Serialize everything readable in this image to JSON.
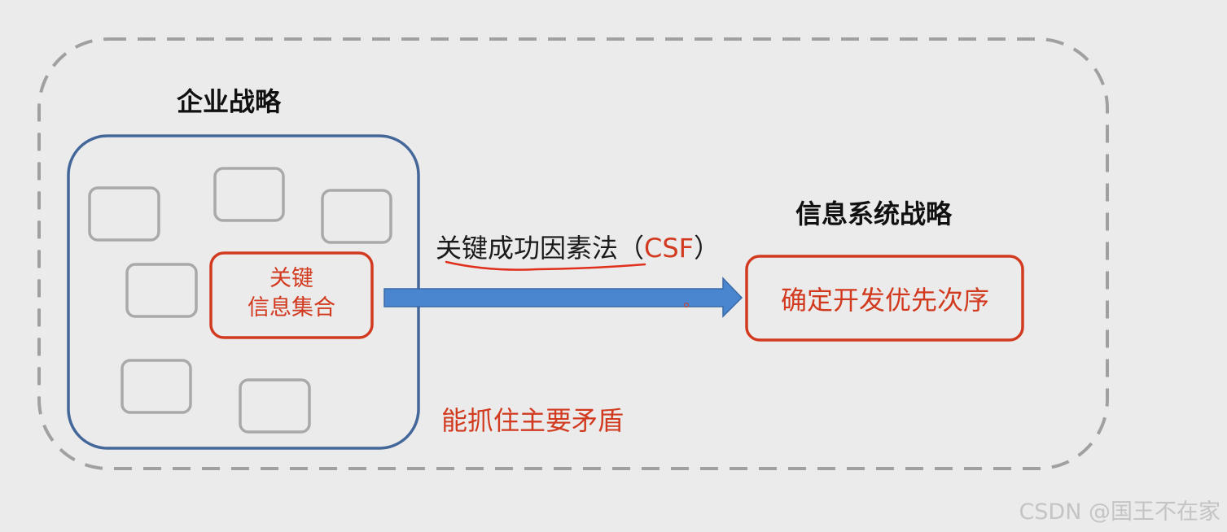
{
  "diagram": {
    "enterprise_strategy": "企业战略",
    "key_info_line1": "关键",
    "key_info_line2": "信息集合",
    "method_label": "关键成功因素法（",
    "method_abbr": "CSF",
    "method_close": "）",
    "is_strategy": "信息系统战略",
    "priority_label": "确定开发优先次序",
    "grasp_label": "能抓住主要矛盾"
  },
  "watermark": "CSDN @国王不在家",
  "colors": {
    "background": "#ebebeb",
    "dashed_border": "#a0a0a0",
    "enterprise_box": "#44679a",
    "small_box": "#a9a9a9",
    "highlight_red": "#d23a1f",
    "arrow_fill": "#4a86cf",
    "arrow_stroke": "#3a6aa8"
  }
}
